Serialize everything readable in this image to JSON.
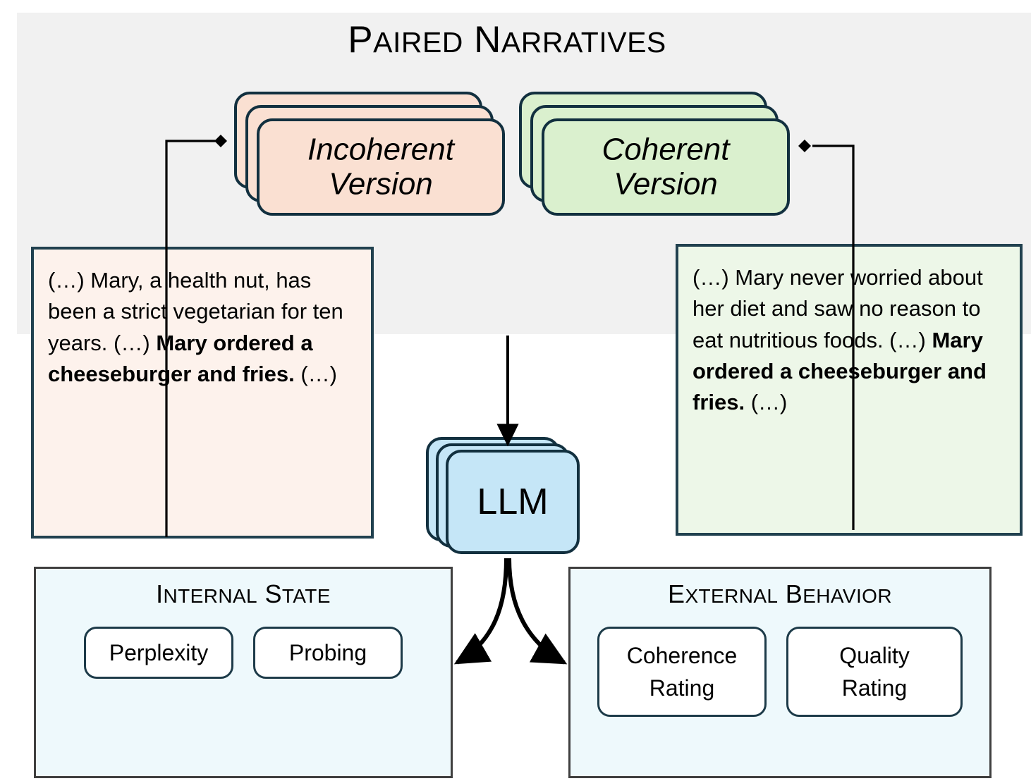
{
  "banner": {
    "title": "Paired Narratives",
    "title_first_letters": [
      "P",
      "N"
    ],
    "title_rest": [
      "AIRED",
      "ARRATIVES"
    ],
    "background_color": "#f1f1f1"
  },
  "narrative_stacks": [
    {
      "name": "incoherent",
      "label_line1": "Incoherent",
      "label_line2": "Version",
      "fill_color": "#fae0d2",
      "border_color": "#12303f",
      "card_count": 3
    },
    {
      "name": "coherent",
      "label_line1": "Coherent",
      "label_line2": "Version",
      "fill_color": "#daf0ce",
      "border_color": "#12303f",
      "card_count": 3
    }
  ],
  "narrative_examples": [
    {
      "name": "incoherent-example",
      "plain_1": "(…) Mary, a health nut, has been a strict vegetarian for ten years. (…)",
      "bold": "Mary ordered a cheeseburger and fries.",
      "plain_2": " (…)",
      "fill_color": "#fdf2ec"
    },
    {
      "name": "coherent-example",
      "plain_1": "(…) Mary never worried about her diet and saw no reason to eat nutritious foods. (…) ",
      "bold": "Mary ordered a cheeseburger and fries.",
      "plain_2": " (…)",
      "fill_color": "#edf7e8"
    }
  ],
  "model": {
    "label": "LLM",
    "fill_color": "#c5e6f7",
    "border_color": "#12303f",
    "card_count": 3
  },
  "evaluation_panels": [
    {
      "name": "internal-state",
      "title": "Internal State",
      "title_first_letters": [
        "I",
        "S"
      ],
      "title_rest": [
        "NTERNAL",
        "TATE"
      ],
      "fill_color": "#eef9fc",
      "metrics": [
        {
          "name": "perplexity",
          "label": "Perplexity",
          "lines": [
            "Perplexity"
          ]
        },
        {
          "name": "probing",
          "label": "Probing",
          "lines": [
            "Probing"
          ]
        }
      ]
    },
    {
      "name": "external-behavior",
      "title": "External Behavior",
      "title_first_letters": [
        "E",
        "B"
      ],
      "title_rest": [
        "XTERNAL",
        "EHAVIOR"
      ],
      "fill_color": "#eef9fc",
      "metrics": [
        {
          "name": "coherence-rating",
          "label": "Coherence Rating",
          "lines": [
            "Coherence",
            "Rating"
          ]
        },
        {
          "name": "quality-rating",
          "label": "Quality Rating",
          "lines": [
            "Quality",
            "Rating"
          ]
        }
      ]
    }
  ],
  "colors": {
    "border_dark": "#12303f",
    "panel_border": "#3f3f3f",
    "arrow": "#000000"
  }
}
